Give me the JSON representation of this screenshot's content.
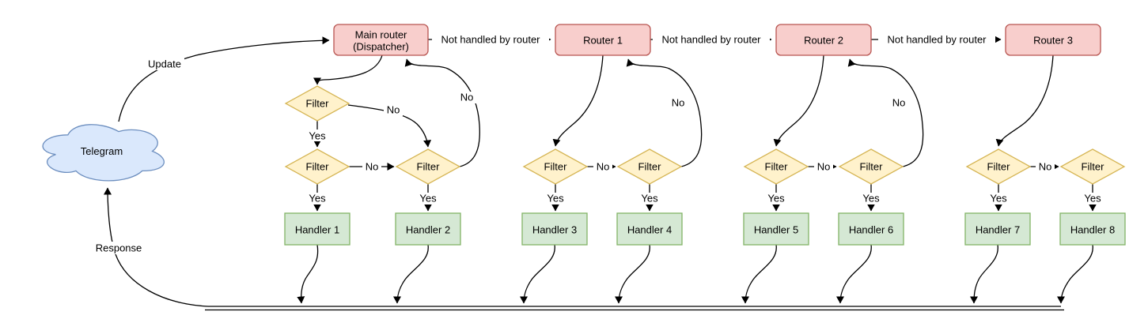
{
  "cloud": {
    "label": "Telegram"
  },
  "edge_labels": {
    "update": "Update",
    "response": "Response",
    "not_handled": "Not handled by router",
    "yes": "Yes",
    "no": "No"
  },
  "routers": [
    {
      "label": "Main router",
      "sublabel": "(Dispatcher)"
    },
    {
      "label": "Router 1"
    },
    {
      "label": "Router 2"
    },
    {
      "label": "Router 3"
    }
  ],
  "filter_label": "Filter",
  "handlers": [
    {
      "label": "Handler 1"
    },
    {
      "label": "Handler 2"
    },
    {
      "label": "Handler 3"
    },
    {
      "label": "Handler 4"
    },
    {
      "label": "Handler 5"
    },
    {
      "label": "Handler 6"
    },
    {
      "label": "Handler 7"
    },
    {
      "label": "Handler 8"
    }
  ],
  "colors": {
    "router_fill": "#f8cecc",
    "router_stroke": "#b85450",
    "filter_fill": "#fff2cc",
    "filter_stroke": "#d6b656",
    "handler_fill": "#d5e8d4",
    "handler_stroke": "#82b366",
    "cloud_fill": "#dae8fc",
    "cloud_stroke": "#6c8ebf",
    "line": "#000000",
    "background": "#ffffff"
  }
}
